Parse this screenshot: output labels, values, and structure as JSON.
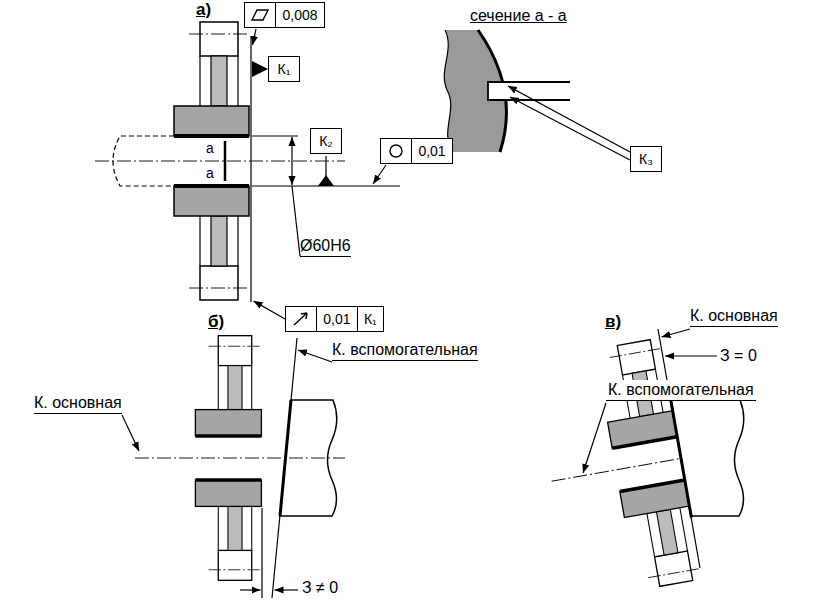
{
  "diagram": {
    "nodes": [
      {
        "text": [
          "0,008"
        ]
      },
      {
        "text": [
          "К₁"
        ]
      },
      {
        "text": [
          "К₂"
        ]
      },
      {
        "text": [
          "0,01"
        ]
      },
      {
        "text": [
          "0,01",
          "К₁"
        ]
      },
      {
        "text": [
          "К₃"
        ]
      }
    ],
    "labels": [
      "а)",
      "сечение а - а",
      "а",
      "а",
      "Ø60H6",
      "б)",
      "К. вспомогательная",
      "К. основная",
      "З ≠ 0",
      "в)",
      "К. основная",
      "З = 0",
      "К. вспомогательная"
    ]
  }
}
